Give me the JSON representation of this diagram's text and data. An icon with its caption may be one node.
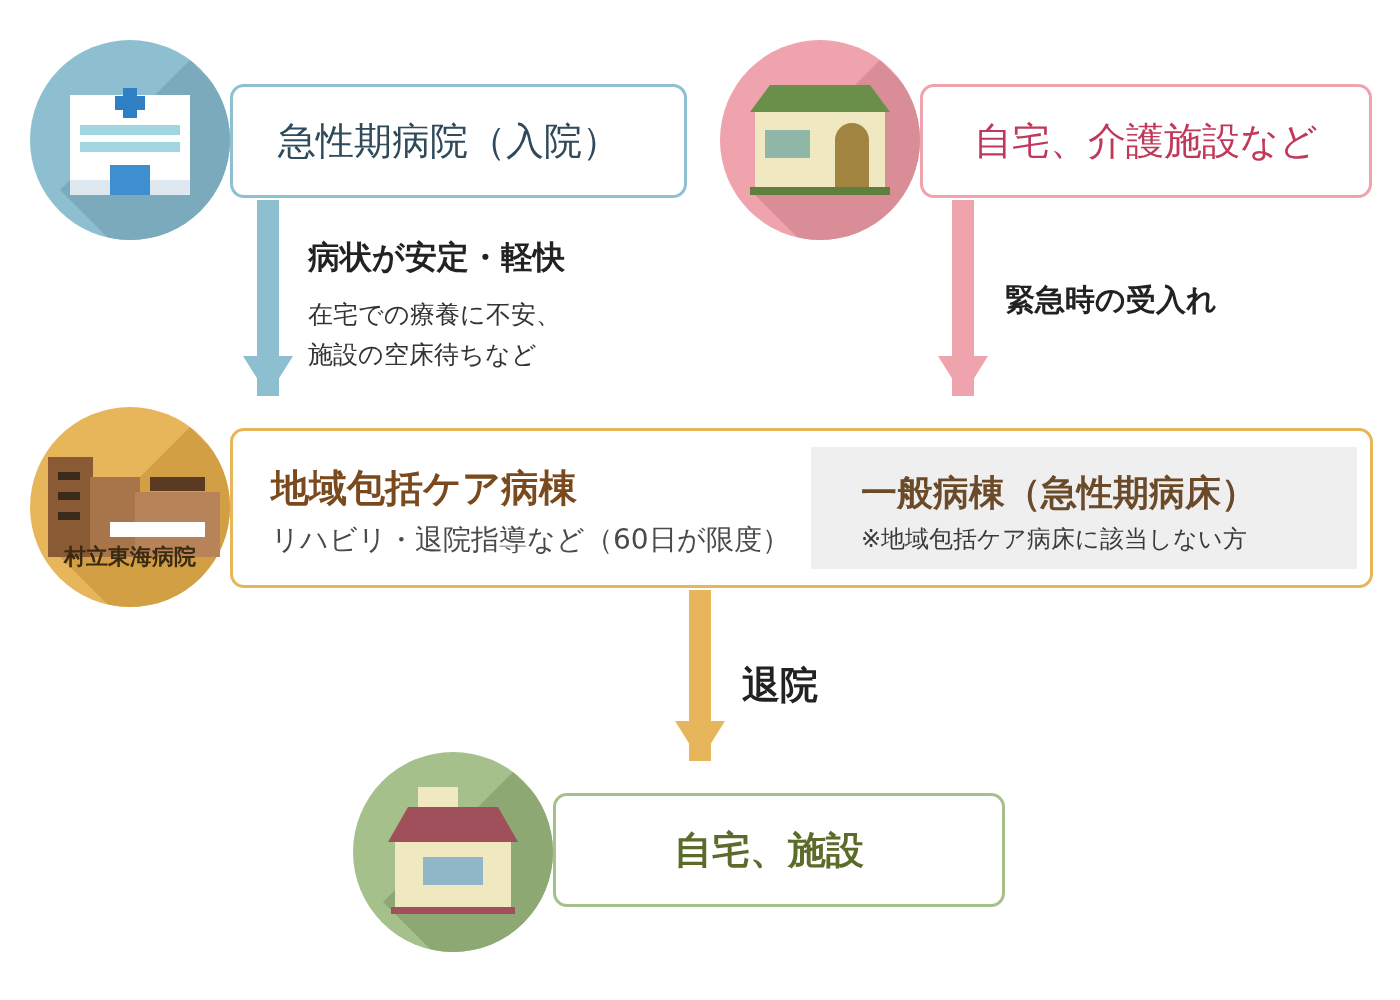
{
  "diagram": {
    "nodes": [
      {
        "text": [
          "急性期病院（入院）"
        ]
      },
      {
        "text": [
          "自宅、介護施設など"
        ]
      },
      {
        "text": [
          "地域包括ケア病棟",
          "リハビリ・退院指導など（60日が限度）"
        ]
      },
      {
        "text": [
          "一般病棟（急性期病床）",
          "※地域包括ケア病床に該当しない方"
        ],
        "in": 2
      },
      {
        "text": [
          "自宅、施設"
        ]
      }
    ],
    "edges": [
      {
        "from": 0,
        "to": 2,
        "arrow": "to",
        "label": "病状が安定・軽快",
        "color": "#8dbfd0"
      },
      {
        "from": 1,
        "to": 2,
        "arrow": "to",
        "label": "緊急時の受入れ",
        "color": "#eea3ad"
      },
      {
        "from": 2,
        "to": 4,
        "arrow": "to",
        "label": "退院",
        "color": "#e8b65a"
      }
    ],
    "labels": [
      "在宅での療養に不安、施設の空床待ちなど",
      "村立東海病院"
    ]
  }
}
